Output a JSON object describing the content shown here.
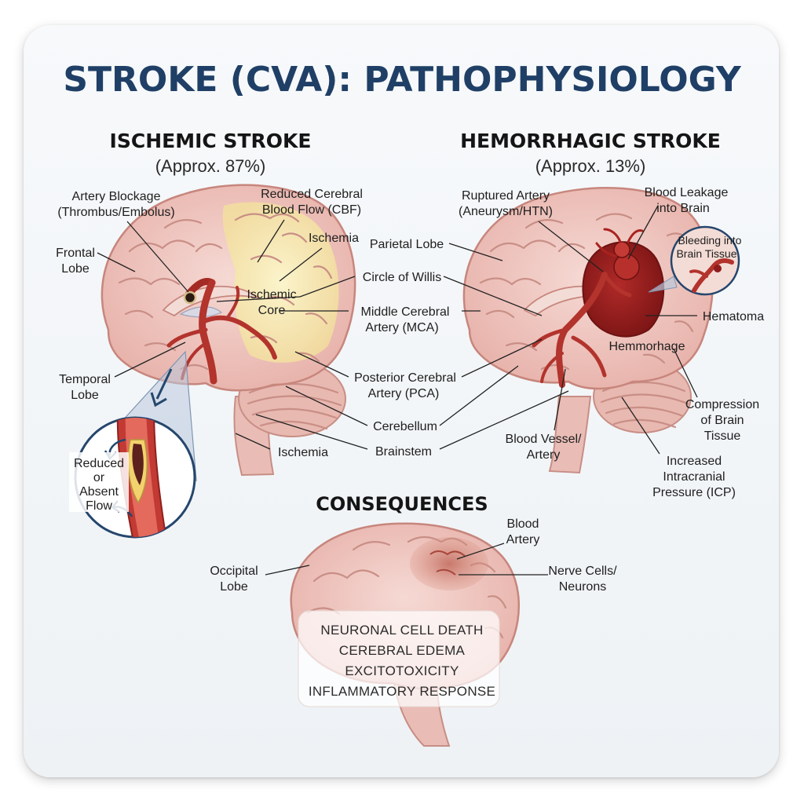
{
  "title": "STROKE (CVA): PATHOPHYSIOLOGY",
  "ischemic": {
    "heading": "ISCHEMIC STROKE",
    "share": "(Approx. 87%)",
    "labels": {
      "artery_blockage": [
        "Artery Blockage",
        "(Thrombus/Embolus)"
      ],
      "reduced_cbf": [
        "Reduced Cerebral",
        "Blood Flow (CBF)"
      ],
      "frontal_lobe": [
        "Frontal",
        "Lobe"
      ],
      "ischemia_top": "Ischemia",
      "ischemic_core": [
        "Ischemic",
        "Core"
      ],
      "temporal_lobe": [
        "Temporal",
        "Lobe"
      ],
      "ischemia_bottom": "Ischemia",
      "reduced_flow": [
        "Reduced",
        "or",
        "Absent",
        "Flow"
      ]
    }
  },
  "shared_labels": {
    "parietal_lobe": "Parietal Lobe",
    "circle_of_willis": "Circle of Willis",
    "mca": [
      "Middle Cerebral",
      "Artery (MCA)"
    ],
    "pca": [
      "Posterior Cerebral",
      "Artery (PCA)"
    ],
    "cerebellum": "Cerebellum",
    "brainstem": "Brainstem"
  },
  "hemorrhagic": {
    "heading": "HEMORRHAGIC STROKE",
    "share": "(Approx. 13%)",
    "labels": {
      "ruptured_artery": [
        "Ruptured Artery",
        "(Aneurysm/HTN)"
      ],
      "blood_leakage": [
        "Blood Leakage",
        "into Brain"
      ],
      "bleeding_inset": [
        "Bleeding into",
        "Brain Tissue"
      ],
      "hematoma": "Hematoma",
      "hemorrhage": "Hemmorhage",
      "compression": [
        "Compression",
        "of Brain",
        "Tissue"
      ],
      "blood_vessel": [
        "Blood Vessel/",
        "Artery"
      ],
      "icp": [
        "Increased",
        "Intracranial",
        "Pressure (ICP)"
      ]
    }
  },
  "consequences": {
    "heading": "CONSEQUENCES",
    "labels": {
      "occipital_lobe": [
        "Occipital",
        "Lobe"
      ],
      "blood_artery": [
        "Blood",
        "Artery"
      ],
      "nerve_cells": [
        "Nerve Cells/",
        "Neurons"
      ]
    },
    "effects": [
      "NEURONAL CELL DEATH",
      "CEREBRAL EDEMA",
      "EXCITOTOXICITY",
      "INFLAMMATORY RESPONSE"
    ]
  },
  "colors": {
    "title": "#1f3f66",
    "brain_tissue": "#efc6c0",
    "artery_red": "#b3332d",
    "ischemia_yellow": "#f6eab0",
    "hematoma_red": "#8f1c1c"
  }
}
